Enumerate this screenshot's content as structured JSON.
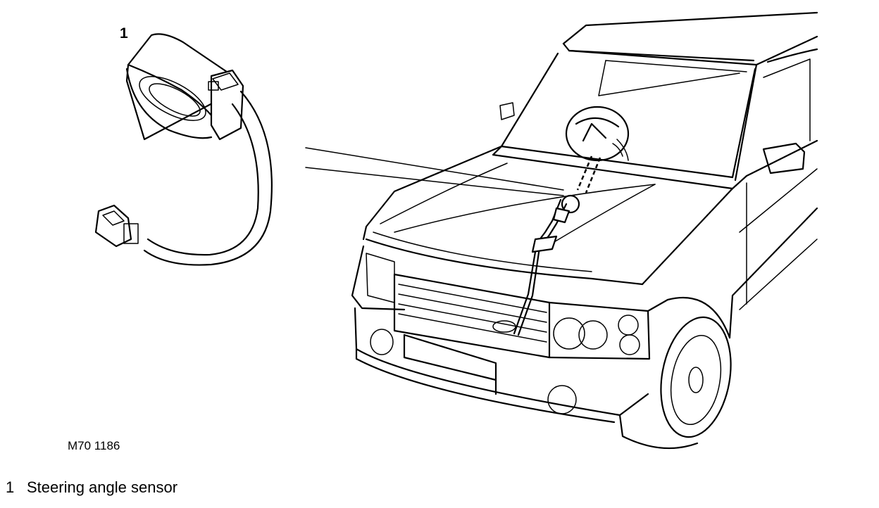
{
  "diagram": {
    "callout_number": "1",
    "figure_code": "M70 1186"
  },
  "legend": [
    {
      "number": "1",
      "label": "Steering angle sensor"
    }
  ]
}
